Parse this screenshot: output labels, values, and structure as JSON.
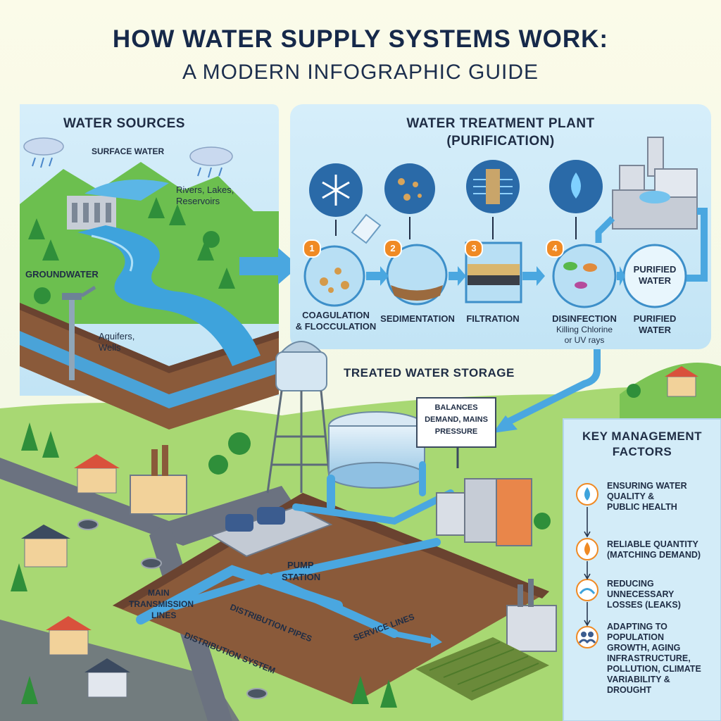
{
  "title": "HOW WATER SUPPLY SYSTEMS WORK:",
  "subtitle": "A MODERN INFOGRAPHIC GUIDE",
  "sources": {
    "heading": "WATER SOURCES",
    "surface": "SURFACE WATER",
    "rivers": "Rivers, Lakes, Reservoirs",
    "groundwater": "GROUNDWATER",
    "aquifers": "Aquifers, Wells"
  },
  "treatment": {
    "heading_line1": "WATER TREATMENT PLANT",
    "heading_line2": "(PURIFICATION)",
    "steps": [
      {
        "num": "1",
        "line1": "COAGULATION",
        "line2": "& FLOCCULATION"
      },
      {
        "num": "2",
        "line1": "SEDIMENTATION",
        "line2": ""
      },
      {
        "num": "3",
        "line1": "FILTRATION",
        "line2": ""
      },
      {
        "num": "4",
        "line1": "DISINFECTION",
        "line2": "Killing Chlorine",
        "line3": "or UV rays"
      }
    ],
    "purified_circle": "PURIFIED WATER",
    "purified_label_line1": "PURIFIED",
    "purified_label_line2": "WATER"
  },
  "storage": {
    "heading": "TREATED WATER STORAGE",
    "sign_line1": "BALANCES",
    "sign_line2": "DEMAND, MAINS",
    "sign_line3": "PRESSURE"
  },
  "distribution": {
    "pump_line1": "PUMP",
    "pump_line2": "STATION",
    "main_line1": "MAIN",
    "main_line2": "TRANSMISSION",
    "main_line3": "LINES",
    "pipes": "DISTRIBUTION PIPES",
    "service": "SERVICE LINES",
    "system": "DISTRIBUTION SYSTEM"
  },
  "factors": {
    "heading_line1": "KEY MANAGEMENT",
    "heading_line2": "FACTORS",
    "items": [
      {
        "icon": "water-drop-icon",
        "lines": [
          "ENSURING WATER",
          "QUALITY &",
          "PUBLIC HEALTH"
        ]
      },
      {
        "icon": "orange-drop-icon",
        "lines": [
          "RELIABLE QUANTITY",
          "(MATCHING DEMAND)"
        ]
      },
      {
        "icon": "leak-icon",
        "lines": [
          "REDUCING",
          "UNNECESSARY",
          "LOSSES (LEAKS)"
        ]
      },
      {
        "icon": "people-icon",
        "lines": [
          "ADAPTING TO",
          "POPULATION",
          "GROWTH, AGING",
          "INFRASTRUCTURE,",
          "POLLUTION, CLIMATE",
          "VARIABILITY &",
          "DROUGHT"
        ]
      }
    ]
  },
  "colors": {
    "panel": "#cfeaf7",
    "water": "#3ea3dc",
    "grass": "#8ccf5a",
    "soil": "#8a5a3a",
    "accent": "#f08a24",
    "ink": "#1f2d45"
  }
}
